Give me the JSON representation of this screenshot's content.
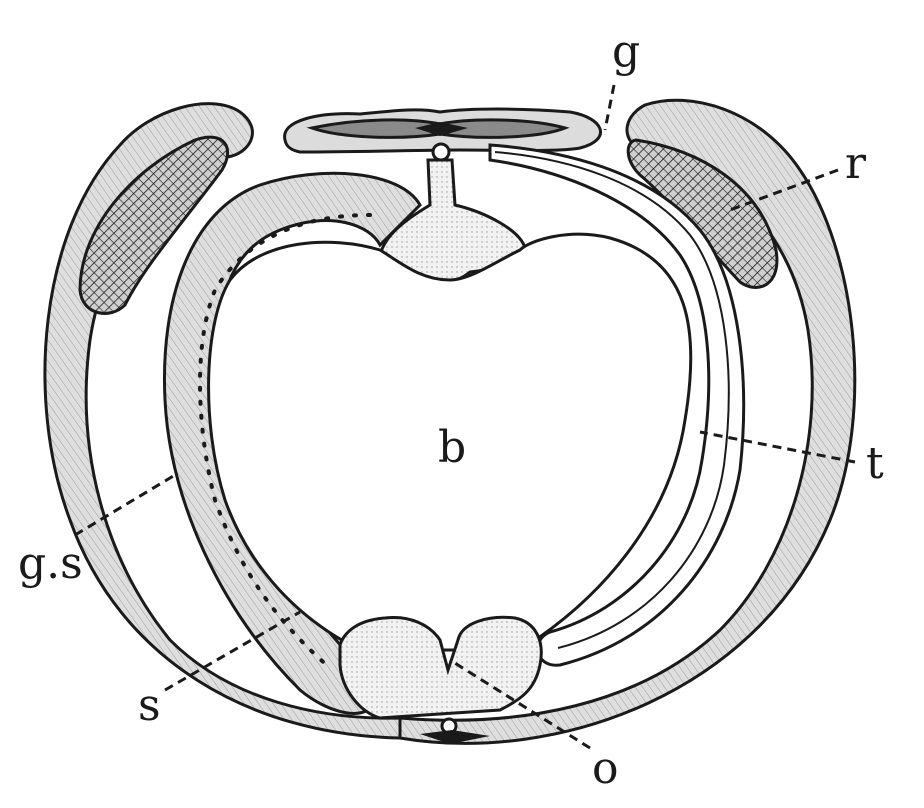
{
  "labels": {
    "g": "g",
    "r": "r",
    "b": "b",
    "t": "t",
    "gs": "g.s",
    "s": "s",
    "o": "o"
  },
  "colors": {
    "ink": "#1a1a1a",
    "tissue": "#d6d6d6",
    "light": "#ececec",
    "paper": "#ffffff"
  }
}
